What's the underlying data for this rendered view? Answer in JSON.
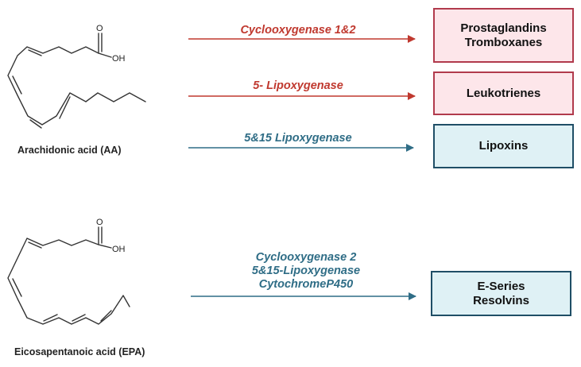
{
  "molecules": [
    {
      "caption": "Arachidonic acid (AA)",
      "carboxyl_o": "O",
      "carboxyl_oh": "OH"
    },
    {
      "caption": "Eicosapentanoic acid (EPA)",
      "carboxyl_o": "O",
      "carboxyl_oh": "OH"
    }
  ],
  "pathways": [
    {
      "enzymes": [
        "Cyclooxygenase 1&2"
      ],
      "product_lines": [
        "Prostaglandins",
        "Tromboxanes"
      ],
      "style": "red"
    },
    {
      "enzymes": [
        "5- Lipoxygenase"
      ],
      "product_lines": [
        "Leukotrienes"
      ],
      "style": "red"
    },
    {
      "enzymes": [
        "5&15 Lipoxygenase"
      ],
      "product_lines": [
        "Lipoxins"
      ],
      "style": "teal"
    },
    {
      "enzymes": [
        "Cyclooxygenase 2",
        "5&15-Lipoxygenase",
        "CytochromeP450"
      ],
      "product_lines": [
        "E-Series",
        "Resolvins"
      ],
      "style": "teal"
    }
  ],
  "colors": {
    "red": "#c0392f",
    "teal": "#2f6d86",
    "pink_fill": "#fde6ea",
    "pink_border": "#b13a4c",
    "blue_fill": "#dff1f5",
    "blue_border": "#1f4e66"
  }
}
